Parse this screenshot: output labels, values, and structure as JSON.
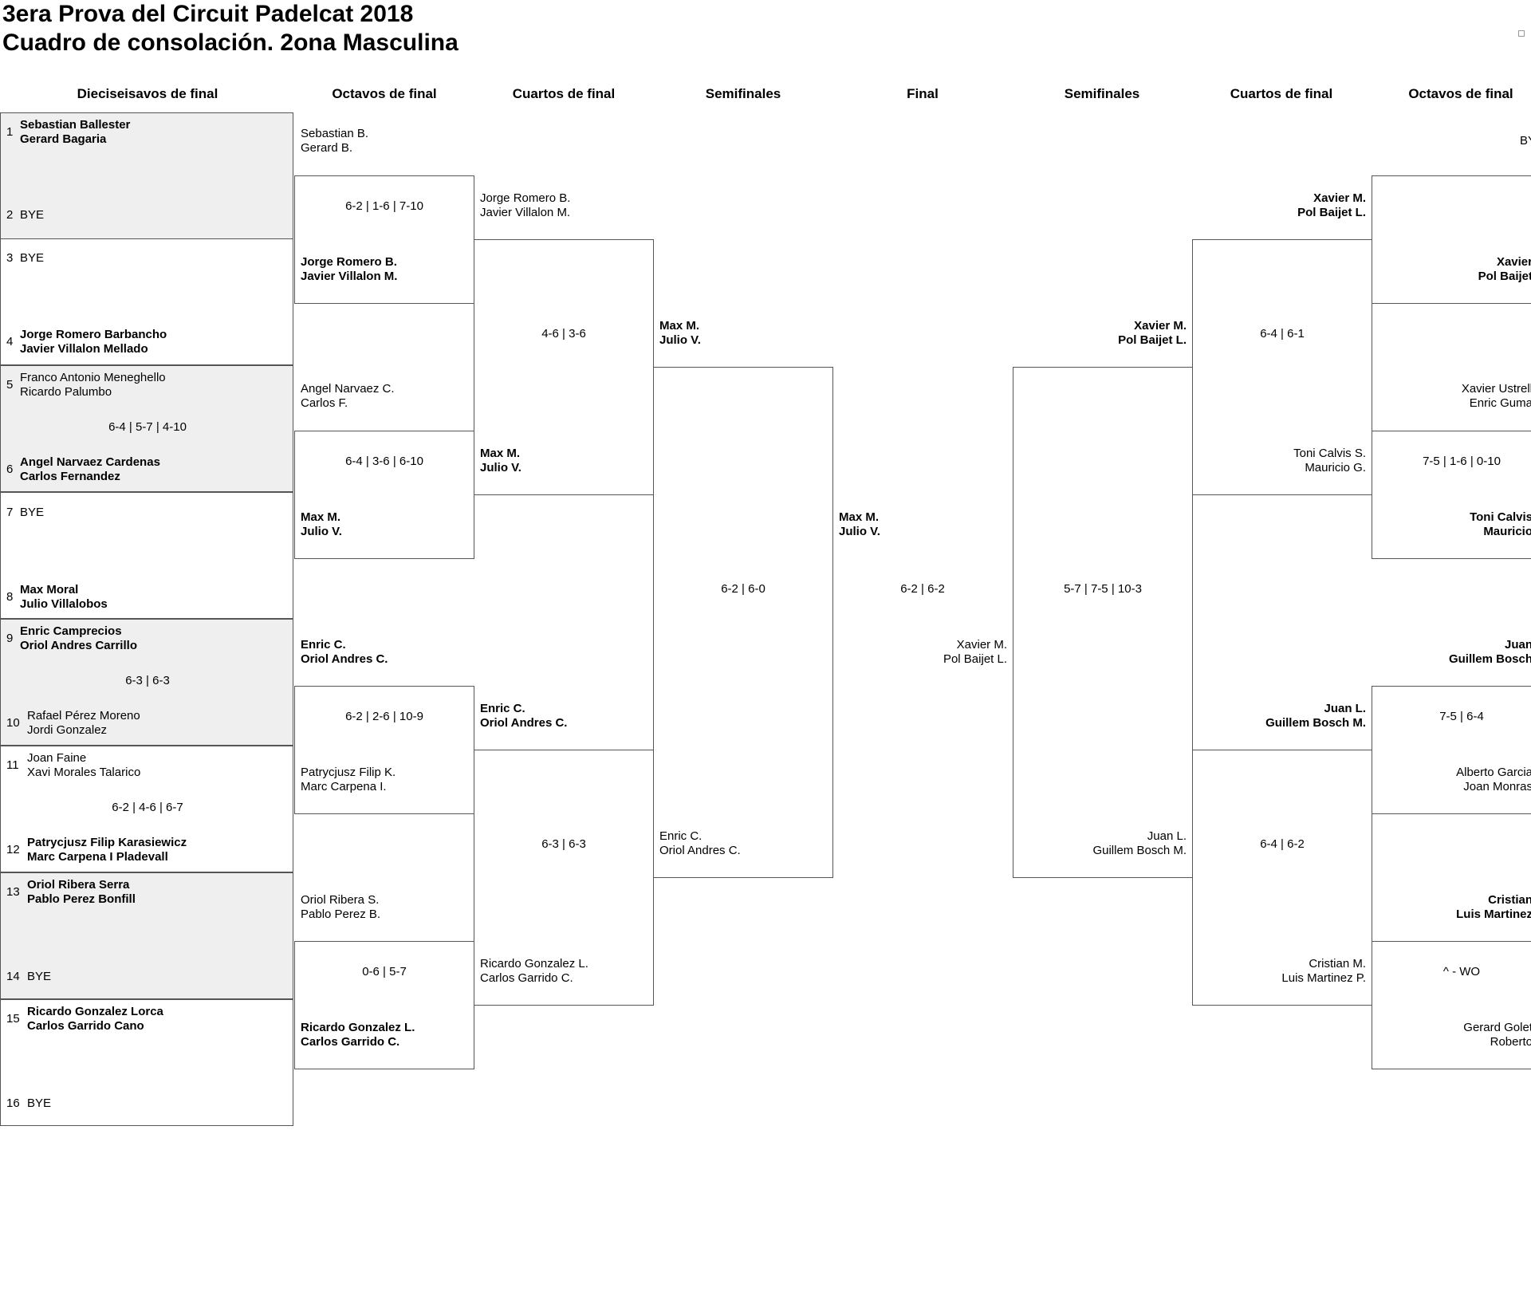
{
  "title": {
    "line1": "3era Prova del Circuit Padelcat 2018",
    "line2": "Cuadro de consolación. 2ona Masculina"
  },
  "rounds": [
    "Dieciseisavos de final",
    "Octavos de final",
    "Cuartos de final",
    "Semifinales",
    "Final",
    "Semifinales",
    "Cuartos de final",
    "Octavos de final"
  ],
  "r1": [
    {
      "n": "1",
      "a": "Sebastian Ballester",
      "b": "Gerard Bagaria",
      "w": true
    },
    {
      "n": "2",
      "a": "BYE",
      "b": "",
      "w": false
    },
    {
      "n": "3",
      "a": "BYE",
      "b": "",
      "w": false
    },
    {
      "n": "4",
      "a": "Jorge Romero Barbancho",
      "b": "Javier Villalon Mellado",
      "w": true
    },
    {
      "n": "5",
      "a": "Franco Antonio Meneghello",
      "b": "Ricardo Palumbo",
      "w": false
    },
    {
      "n": "6",
      "a": "Angel Narvaez Cardenas",
      "b": "Carlos Fernandez",
      "w": true
    },
    {
      "n": "7",
      "a": "BYE",
      "b": "",
      "w": false
    },
    {
      "n": "8",
      "a": "Max Moral",
      "b": "Julio Villalobos",
      "w": true
    },
    {
      "n": "9",
      "a": "Enric Camprecios",
      "b": "Oriol Andres Carrillo",
      "w": true
    },
    {
      "n": "10",
      "a": "Rafael Pérez Moreno",
      "b": "Jordi Gonzalez",
      "w": false
    },
    {
      "n": "11",
      "a": "Joan Faine",
      "b": "Xavi Morales Talarico",
      "w": false
    },
    {
      "n": "12",
      "a": "Patrycjusz Filip Karasiewicz",
      "b": "Marc Carpena I Pladevall",
      "w": true
    },
    {
      "n": "13",
      "a": "Oriol Ribera Serra",
      "b": "Pablo Perez Bonfill",
      "w": true
    },
    {
      "n": "14",
      "a": "BYE",
      "b": "",
      "w": false
    },
    {
      "n": "15",
      "a": "Ricardo Gonzalez Lorca",
      "b": "Carlos Garrido Cano",
      "w": true
    },
    {
      "n": "16",
      "a": "BYE",
      "b": "",
      "w": false
    }
  ],
  "r1_scores": [
    "",
    "",
    "6-4 | 5-7 | 4-10",
    "",
    "6-3 | 6-3",
    "6-2 | 4-6 | 6-7",
    "",
    ""
  ],
  "left": {
    "r2_names": [
      [
        "Sebastian B.",
        "Gerard B."
      ],
      [
        "Jorge Romero B.",
        "Javier Villalon M."
      ],
      [
        "Angel Narvaez C.",
        "Carlos F."
      ],
      [
        "Max M.",
        "Julio V."
      ],
      [
        "Enric C.",
        "Oriol Andres C."
      ],
      [
        "Patrycjusz Filip K.",
        "Marc Carpena I."
      ],
      [
        "Oriol Ribera S.",
        "Pablo Perez B."
      ],
      [
        "Ricardo Gonzalez L.",
        "Carlos Garrido C."
      ]
    ],
    "r2_scores": [
      "6-2 | 1-6 | 7-10",
      "6-4 | 3-6 | 6-10",
      "6-2 | 2-6 | 10-9",
      "0-6 | 5-7"
    ],
    "r3_names": [
      [
        "Jorge Romero B.",
        "Javier Villalon M."
      ],
      [
        "Max M.",
        "Julio V."
      ],
      [
        "Enric C.",
        "Oriol Andres C."
      ],
      [
        "Ricardo Gonzalez L.",
        "Carlos Garrido C."
      ]
    ],
    "r3_scores": [
      "4-6 | 3-6",
      "6-3 | 6-3"
    ],
    "sf_names": [
      [
        "Max M.",
        "Julio V."
      ],
      [
        "Enric C.",
        "Oriol Andres C."
      ]
    ],
    "sf_score": "6-2 | 6-0"
  },
  "final": {
    "a": [
      "Max M.",
      "Julio V."
    ],
    "b": [
      "Xavier M.",
      "Pol Baijet L."
    ],
    "score": "6-2 | 6-2"
  },
  "right": {
    "sf_names": [
      [
        "Xavier M.",
        "Pol Baijet L."
      ],
      [
        "Juan L.",
        "Guillem Bosch M."
      ]
    ],
    "sf_score": "5-7 | 7-5 | 10-3",
    "qf_names": [
      [
        "Xavier M.",
        "Pol Baijet L."
      ],
      [
        "Toni Calvis S.",
        "Mauricio G."
      ],
      [
        "Juan L.",
        "Guillem Bosch M."
      ],
      [
        "Cristian M.",
        "Luis Martinez P."
      ]
    ],
    "qf_scores": [
      "6-4 | 6-1",
      "6-4 | 6-2"
    ],
    "r2_names": [
      [
        "BY",
        ""
      ],
      [
        "Xavier",
        "Pol Baijet"
      ],
      [
        "Xavier Ustrell",
        "Enric Guma"
      ],
      [
        "Toni Calvis",
        "Mauricio"
      ],
      [
        "Juan",
        "Guillem Bosch"
      ],
      [
        "Alberto Garcia",
        "Joan Monras"
      ],
      [
        "Cristian",
        "Luis Martinez"
      ],
      [
        "Gerard Golet",
        "Roberto"
      ]
    ],
    "r2_scores": [
      "",
      "7-5 | 1-6 | 0-10",
      "7-5 | 6-4",
      "^ - WO"
    ]
  }
}
